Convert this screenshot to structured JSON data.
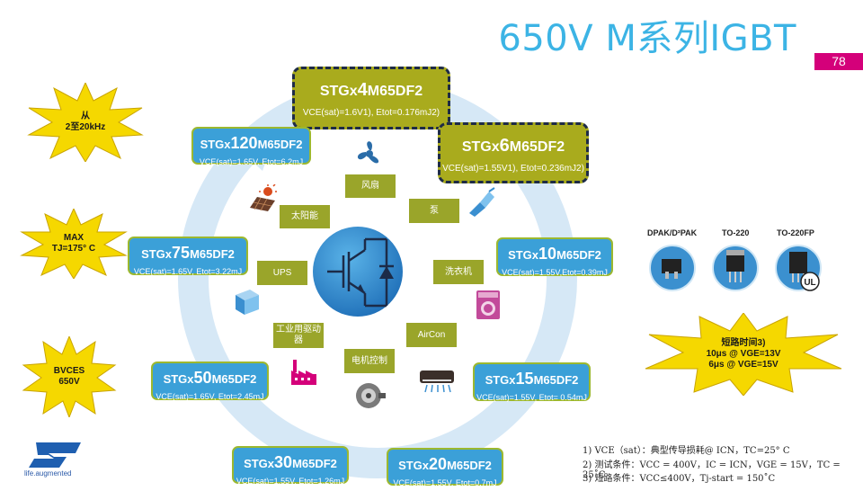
{
  "header": {
    "title": "650V M系列IGBT",
    "page_number": "78"
  },
  "products": {
    "p4": {
      "prefix": "STGx",
      "num": "4",
      "suffix": "M65DF2",
      "spec": "VCE(sat)=1.6V1), Etot=0.176mJ2)"
    },
    "p6": {
      "prefix": "STGx",
      "num": "6",
      "suffix": "M65DF2",
      "spec": "VCE(sat)=1.55V1), Etot=0.236mJ2)"
    },
    "p120": {
      "prefix": "STGx",
      "num": "120",
      "suffix": "M65DF2",
      "spec": "VCE(sat)=1.65V, Etot=6.2mJ"
    },
    "p75": {
      "prefix": "STGx",
      "num": "75",
      "suffix": "M65DF2",
      "spec": "VCE(sat)=1.65V, Etot=3.22mJ"
    },
    "p50": {
      "prefix": "STGx",
      "num": "50",
      "suffix": "M65DF2",
      "spec": "VCE(sat)=1.65V, Etot=2.45mJ"
    },
    "p30": {
      "prefix": "STGx",
      "num": "30",
      "suffix": "M65DF2",
      "spec": "VCE(sat)=1.55V, Etot=1.26mJ"
    },
    "p20": {
      "prefix": "STGx",
      "num": "20",
      "suffix": "M65DF2",
      "spec": "VCE(sat)=1.55V, Etot=0.7mJ"
    },
    "p15": {
      "prefix": "STGx",
      "num": "15",
      "suffix": "M65DF2",
      "spec": "VCE(sat)=1.55V, Etot= 0.54mJ"
    },
    "p10": {
      "prefix": "STGx",
      "num": "10",
      "suffix": "M65DF2",
      "spec": "VCE(sat)=1.55V,Etot=0.39mJ"
    }
  },
  "applications": {
    "fan": "风扇",
    "pump": "泵",
    "washer": "洗衣机",
    "aircon": "AirCon",
    "motor": "电机控制",
    "industrial": "工业用驱动器",
    "ups": "UPS",
    "solar": "太阳能"
  },
  "bursts": {
    "freq": {
      "line1": "从",
      "line2": "2至20kHz"
    },
    "temp": {
      "line1": "MAX",
      "line2": "TJ=175° C"
    },
    "bv": {
      "line1": "BVCES",
      "line2": "650V"
    },
    "short": {
      "line1": "短路时间3)",
      "line2": "10μs @ VGE=13V",
      "line3": "6μs @ VGE=15V"
    }
  },
  "packages": [
    "DPAK/D²PAK",
    "TO-220",
    "TO-220FP"
  ],
  "notes": [
    "1) VCE（sat）：典型传导损耗@ ICN，TC=25° C",
    "2) 测试条件：VCC = 400V，IC = ICN，VGE = 15V，TC = 25˚C",
    "3) 短路条件：VCC≤400V，Tj-start = 150˚C"
  ],
  "logo": {
    "tagline": "life.augmented"
  },
  "colors": {
    "title": "#3cb4e5",
    "accent": "#d4007a",
    "product_box": "#3ba0d8",
    "app_box": "#9aa52a",
    "burst": "#f5d800"
  }
}
